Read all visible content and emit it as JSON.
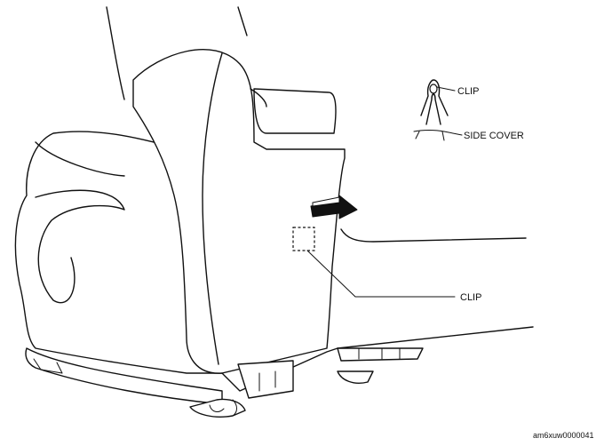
{
  "labels": {
    "clip_top": "CLIP",
    "side_cover": "SIDE COVER",
    "clip_main": "CLIP"
  },
  "figure_code": "am6xuw0000041",
  "colors": {
    "line": "#111111",
    "background": "#ffffff"
  }
}
